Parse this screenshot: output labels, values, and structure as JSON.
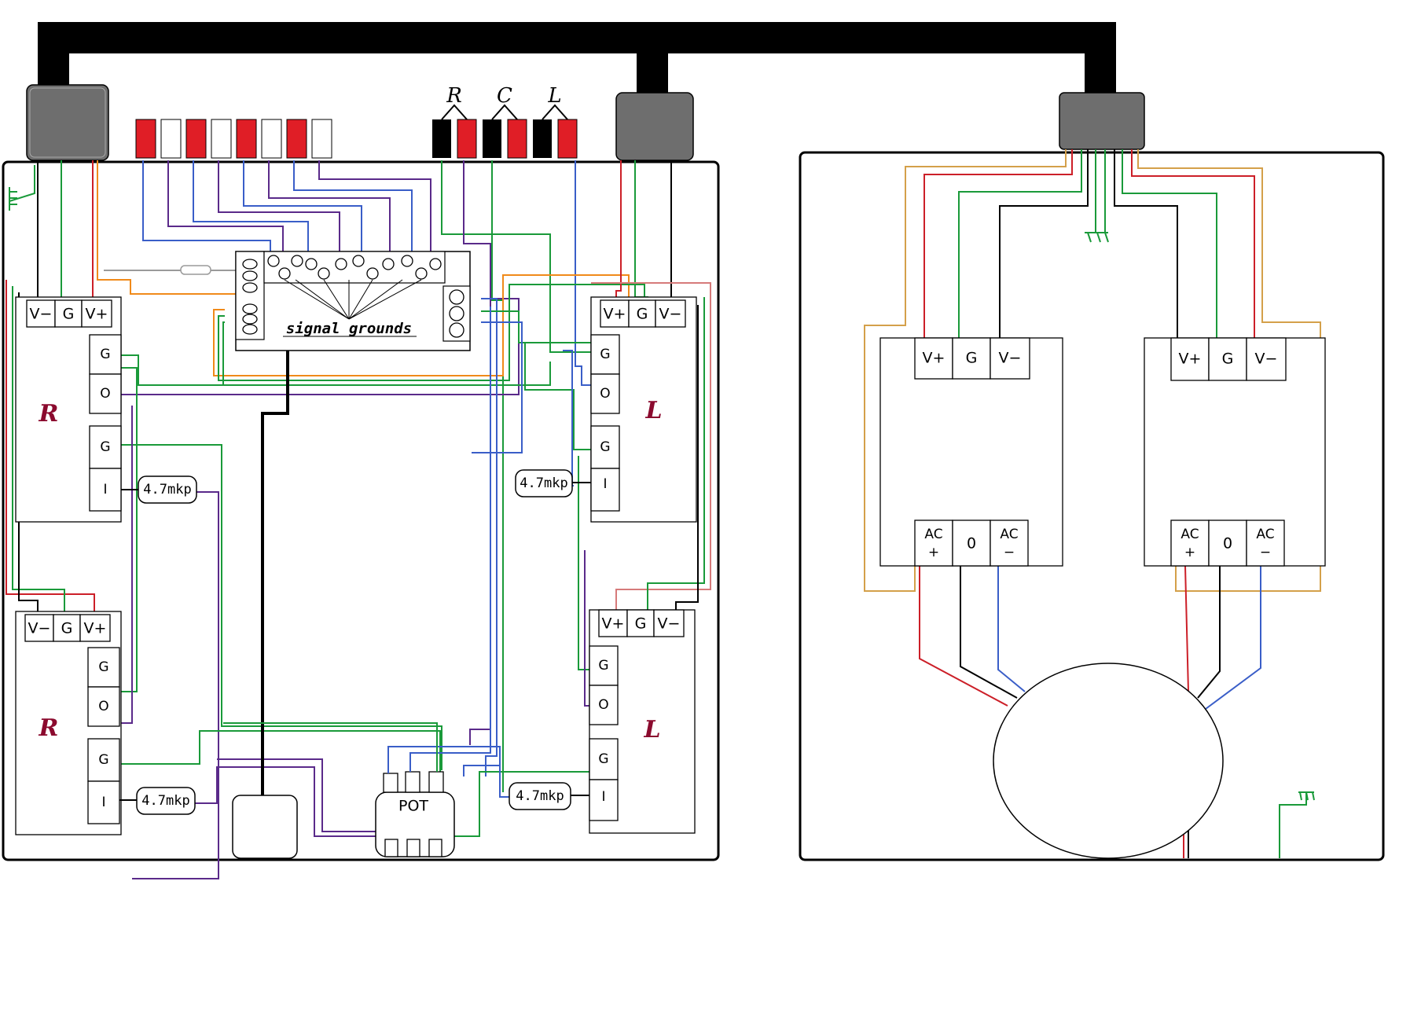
{
  "connectors": {
    "r": "R",
    "c": "C",
    "l": "L"
  },
  "signal_grounds": "signal grounds",
  "pot": "POT",
  "capacitor": "4.7mkp",
  "left_panel": {
    "modules": [
      {
        "channel": "R",
        "power": [
          "V−",
          "G",
          "V+"
        ],
        "terms": [
          "G",
          "O",
          "G",
          "I"
        ]
      },
      {
        "channel": "R",
        "power": [
          "V−",
          "G",
          "V+"
        ],
        "terms": [
          "G",
          "O",
          "G",
          "I"
        ]
      },
      {
        "channel": "L",
        "power": [
          "V+",
          "G",
          "V−"
        ],
        "terms": [
          "G",
          "O",
          "G",
          "I"
        ]
      },
      {
        "channel": "L",
        "power": [
          "V+",
          "G",
          "V−"
        ],
        "terms": [
          "G",
          "O",
          "G",
          "I"
        ]
      }
    ]
  },
  "right_panel": {
    "psu": [
      {
        "top": [
          "V+",
          "G",
          "V−"
        ],
        "bottom": [
          "AC\n+",
          "0",
          "AC\n−"
        ]
      },
      {
        "top": [
          "V+",
          "G",
          "V−"
        ],
        "bottom": [
          "AC\n+",
          "0",
          "AC\n−"
        ]
      }
    ]
  },
  "colors": {
    "red": "#cc1f28",
    "green": "#1a9a3a",
    "blue": "#3a5ec8",
    "purple": "#5a2a8a",
    "orange": "#f08a1a",
    "tan": "#d4a04a",
    "black": "#000000",
    "gray": "#6e6e6e",
    "channel_label": "#8b0a2e"
  }
}
